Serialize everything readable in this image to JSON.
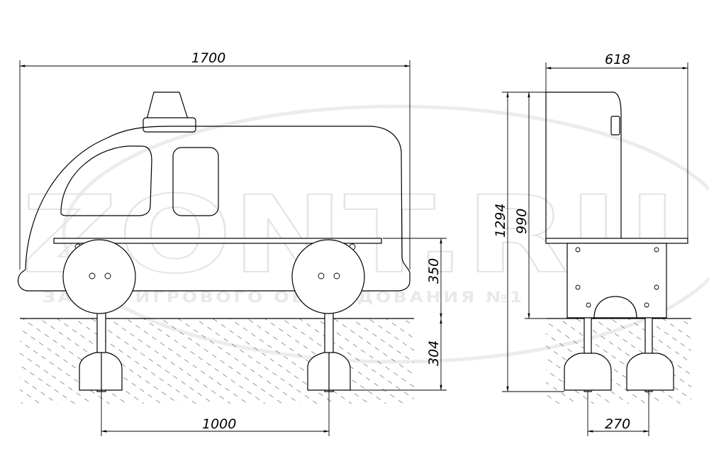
{
  "drawing": {
    "dimensions": {
      "overall_length": "1700",
      "overall_width": "618",
      "total_height": "1294",
      "height_above_ground": "990",
      "seat_height": "350",
      "foundation_depth": "304",
      "wheel_spacing": "1000",
      "post_spacing": "270"
    },
    "watermark": {
      "logo": "ZONT.RU",
      "caption": "ЗАВОД ИГРОВОГО ОБОРУДОВАНИЯ №1",
      "registered": "®"
    }
  }
}
